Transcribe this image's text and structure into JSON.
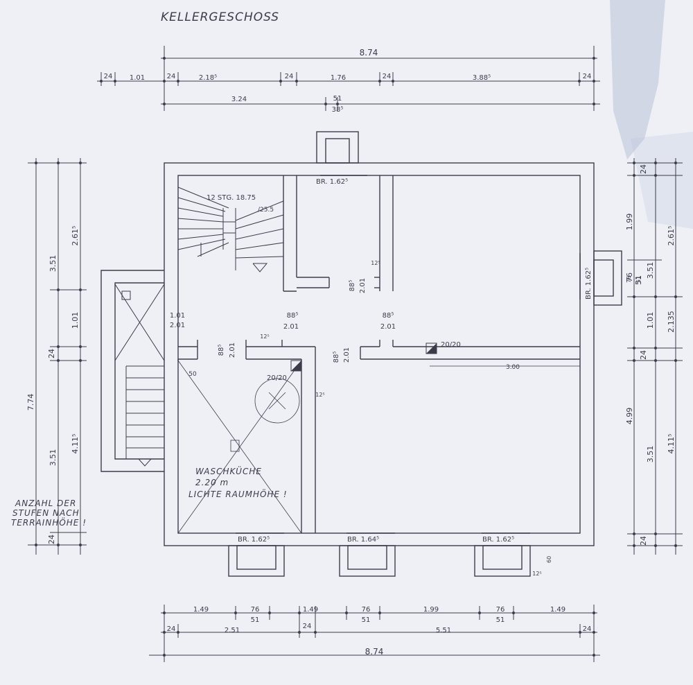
{
  "title": "KELLERGESCHOSS",
  "colors": {
    "paper": "#eef0f6",
    "ink": "#3a3c4a",
    "smudge": "#9fa8c8"
  },
  "top_dims": {
    "overall": "8.74",
    "segments": [
      "24",
      "1.01",
      "24",
      "2.18⁵",
      "24",
      "1.76",
      "24",
      "3.88⁵",
      "24"
    ],
    "second_row": [
      "3.24",
      "51",
      "38⁵"
    ]
  },
  "bottom_dims": {
    "row1": [
      "1.49",
      "76",
      "51",
      "1.49",
      "76",
      "51",
      "1.99",
      "76",
      "51",
      "1.49"
    ],
    "row2": [
      "24",
      "2.51",
      "24",
      "5.51",
      "24"
    ],
    "overall": "8.74"
  },
  "left_dims": [
    "2.61⁵",
    "3.51",
    "1.01",
    "24",
    "7.74",
    "3.51",
    "4.11⁵",
    "24"
  ],
  "right_dims": [
    "24",
    "1.99",
    "76",
    "51",
    "3.51",
    "2.61⁵",
    "1.01",
    "2.135",
    "24",
    "4.99",
    "3.51",
    "4.11⁵",
    "24"
  ],
  "stair": {
    "label": "12 STG. 18.75",
    "sub": "/25.5"
  },
  "openings": {
    "door1": {
      "w": "1.01",
      "h": "2.01"
    },
    "door2": {
      "w": "88⁵",
      "h": "2.01"
    },
    "door3": {
      "w": "88⁵",
      "h": "2.01"
    },
    "small_vert": [
      "88⁵",
      "2.01",
      "88⁵",
      "2.01",
      "88⁵",
      "2.01"
    ],
    "tiny": [
      "12⁵",
      "12⁵",
      "12⁵",
      "12⁵",
      "50",
      "3.00"
    ]
  },
  "chimneys": [
    "20/20",
    "20/20"
  ],
  "windows": {
    "top": "BR. 1.62⁵",
    "right": "BR. 1.62⁵",
    "bottom": [
      "BR. 1.62⁵",
      "BR. 1.64⁵",
      "BR. 1.62⁵"
    ],
    "right_offsets": [
      "76",
      "51"
    ],
    "bottom_offset": "60"
  },
  "room_note": [
    "WASCHKÜCHE",
    "2.20 m",
    "LICHTE RAUMHÖHE !"
  ],
  "margin_note": [
    "ANZAHL DER",
    "STUFEN NACH",
    "TERRAINHÖHE !"
  ]
}
